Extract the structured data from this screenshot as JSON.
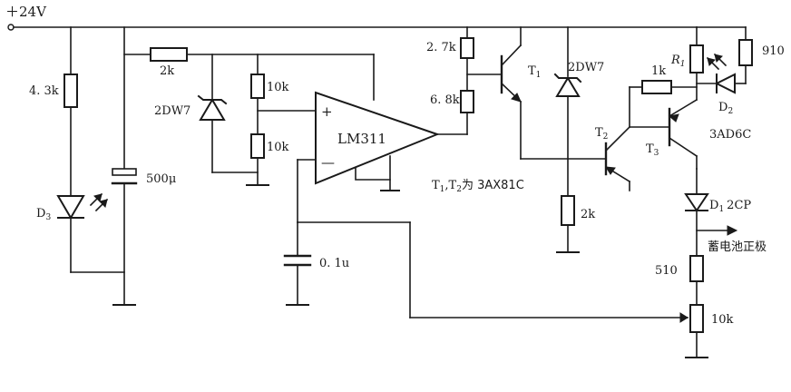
{
  "labels": {
    "supply": "＋24V",
    "r_43k": "4. 3k",
    "d3": "D",
    "d3_sub": "3",
    "cap_500": "500μ",
    "r_2k_top": "2k",
    "zener1": "2DW7",
    "r_10k_a": "10k",
    "r_10k_b": "10k",
    "opamp": "LM311",
    "plus": "+",
    "minus": "—",
    "cap_01": "0. 1u",
    "r_27k": "2. 7k",
    "r_68k": "6. 8k",
    "t1": "T",
    "t1_sub": "1",
    "zener2": "2DW7",
    "r_2k_bot": "2k",
    "note": "T",
    "note_sub1": "1",
    "note_mid": ",T",
    "note_sub2": "2",
    "note_rest": "为 3AX81C",
    "r_1k": "1k",
    "r1": "R",
    "r1_sub": "1",
    "r_910": "910",
    "d2": "D",
    "d2_sub": "2",
    "t2": "T",
    "t2_sub": "2",
    "t3": "T",
    "t3_sub": "3",
    "part_3ad6c": "3AD6C",
    "d1": "D",
    "d1_sub": "1",
    "part_2cp": "2CP",
    "battery": "蓄电池正极",
    "r_510": "510",
    "pot_10k": "10k"
  }
}
